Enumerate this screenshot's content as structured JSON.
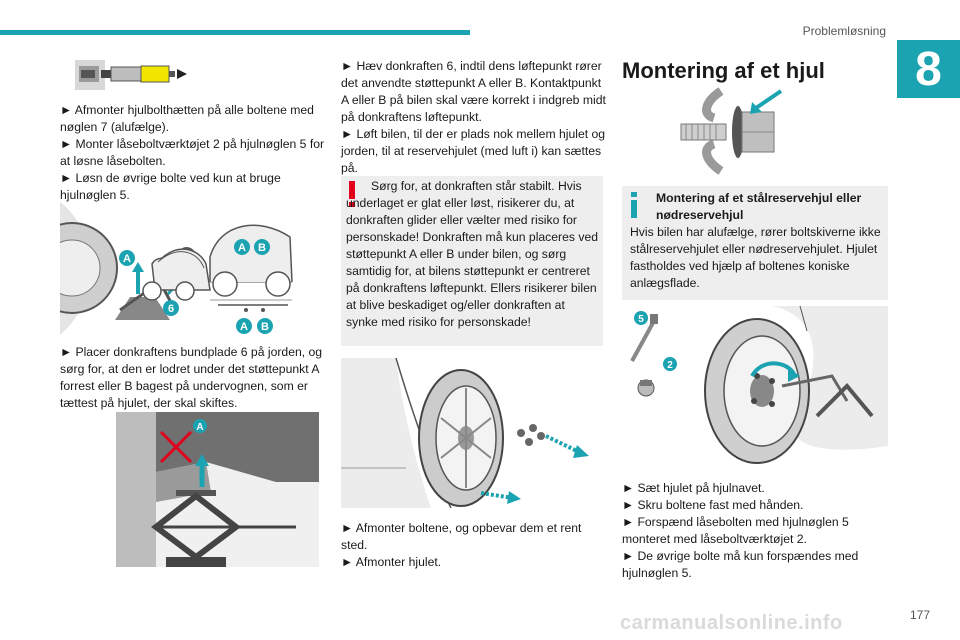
{
  "header": {
    "section_title": "Problemløsning",
    "chapter_number": "8"
  },
  "col1": {
    "para1": [
      "► Afmonter hjulbolthætten på alle boltene med nøglen 7 (alufælge).",
      "► Monter låseboltværktøjet 2 på hjulnøglen 5 for at løsne låsebolten.",
      "► Løsn de øvrige bolte ved kun at bruge hjulnøglen 5."
    ],
    "para2": "► Placer donkraftens bundplade 6 på jorden, og sørg for, at den er lodret under det støttepunkt A forrest eller B bagest på undervognen, som er tættest på hjulet, der skal skiftes.",
    "figure_labels": {
      "a": "A",
      "b": "B",
      "six": "6"
    }
  },
  "col2": {
    "para1": [
      "► Hæv donkraften 6, indtil dens løftepunkt rører det anvendte støttepunkt A eller B. Kontaktpunkt A eller B på bilen skal være korrekt i indgreb midt på donkraftens løftepunkt.",
      "► Løft bilen, til der er plads nok mellem hjulet og jorden, til at reservehjulet (med luft i) kan sættes på."
    ],
    "warning": "Sørg for, at donkraften står stabilt. Hvis underlaget er glat eller løst, risikerer du, at donkraften glider eller vælter med risiko for personskade! Donkraften må kun placeres ved støttepunkt A eller B under bilen, og sørg samtidig for, at bilens støttepunkt er centreret på donkraftens løftepunkt. Ellers risikerer bilen at blive beskadiget og/eller donkraften at synke med risiko for personskade!",
    "para2": [
      "► Afmonter boltene, og opbevar dem et rent sted.",
      "► Afmonter hjulet."
    ]
  },
  "col3": {
    "heading": "Montering af et hjul",
    "info_title": "Montering af et stålreservehjul eller nødreservehjul",
    "info_body": "Hvis bilen har alufælge, rører boltskiverne ikke stålreservehjulet eller nødreservehjulet. Hjulet fastholdes ved hjælp af boltenes koniske anlægsflade.",
    "figure_labels": {
      "five": "5",
      "two": "2"
    },
    "steps": [
      "► Sæt hjulet på hjulnavet.",
      "► Skru boltene fast med hånden.",
      "► Forspænd låsebolten med hjulnøglen 5 monteret med låseboltværktøjet 2.",
      "► De øvrige bolte må kun forspændes med hjulnøglen 5."
    ]
  },
  "footer": {
    "page_number": "177",
    "watermark": "carmanualsonline.info"
  },
  "colors": {
    "accent": "#1ba3b2",
    "warning": "#e2001a",
    "box_bg": "#eeeeee"
  }
}
